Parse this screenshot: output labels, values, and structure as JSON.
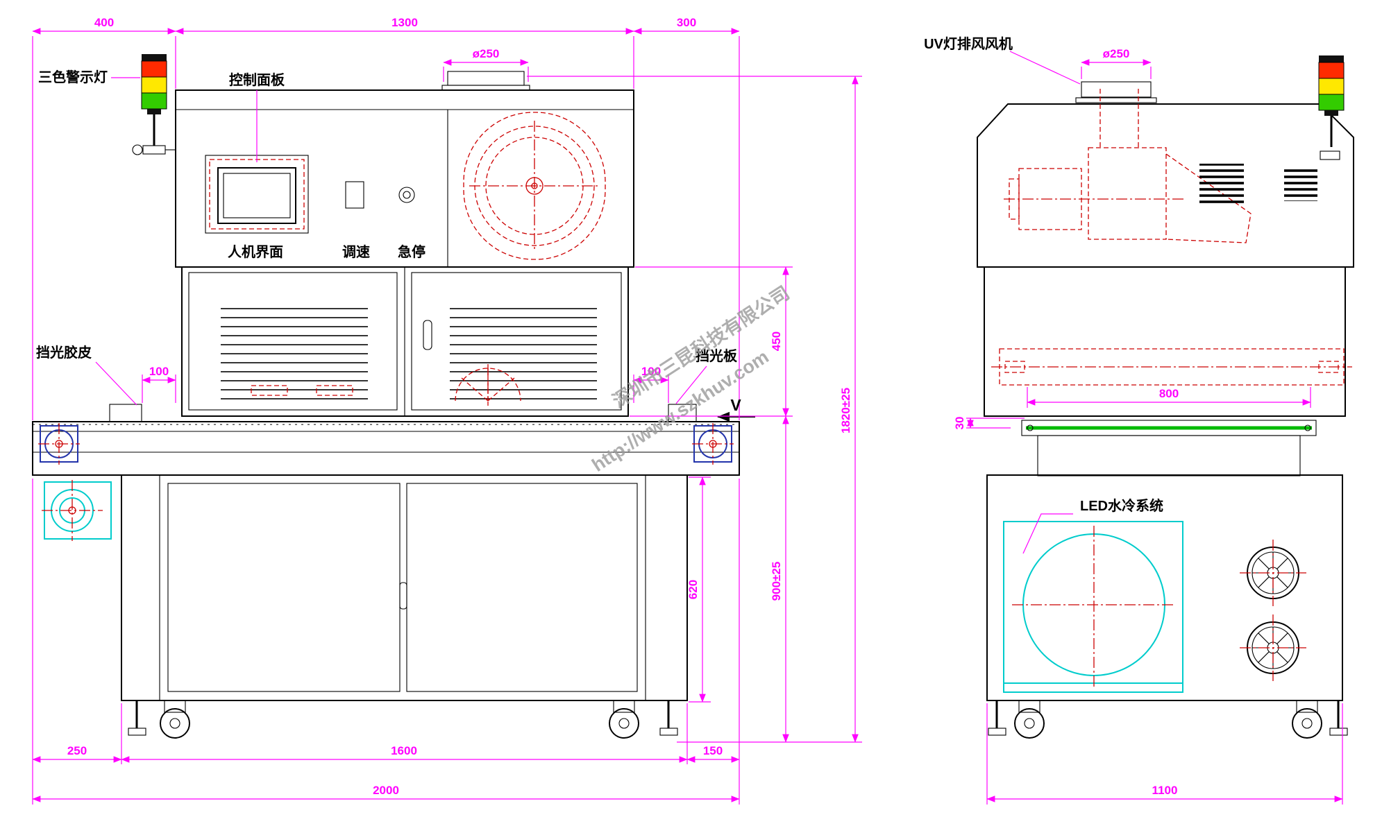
{
  "front_view": {
    "labels": {
      "warning_light": "三色警示灯",
      "control_panel": "控制面板",
      "hmi": "人机界面",
      "speed_control": "调速",
      "emergency_stop": "急停",
      "light_shield_rubber": "挡光胶皮",
      "light_shield_plate": "挡光板",
      "belt_direction": "V"
    },
    "dimensions": {
      "top_left": "400",
      "top_middle": "1300",
      "top_right": "300",
      "duct_diameter": "ø250",
      "shield_left_offset": "100",
      "shield_right_offset": "100",
      "lamp_section_height": "450",
      "overall_height": "1820±25",
      "cabinet_height": "620",
      "belt_height": "900±25",
      "bottom_left": "250",
      "bottom_middle": "1600",
      "bottom_right": "150",
      "overall_width": "2000"
    }
  },
  "side_view": {
    "labels": {
      "uv_exhaust_fan": "UV灯排风风机",
      "led_water_cooling": "LED水冷系统"
    },
    "dimensions": {
      "duct_diameter": "ø250",
      "lamp_width": "800",
      "belt_clearance": "30",
      "overall_depth": "1100"
    }
  },
  "watermark": {
    "company": "深圳市三昆科技有限公司",
    "website": "http://www.szkhuv.com"
  },
  "colors": {
    "dimension": "#ff00ff",
    "outline": "#000000",
    "hidden-detail": "#cc0000",
    "cooling": "#00cccc",
    "belt": "#00bb00",
    "roller": "#2233aa",
    "light-red": "#ff2a00",
    "light-yellow": "#ffe800",
    "light-green": "#33cc00",
    "watermark": "#9a9a9a"
  }
}
